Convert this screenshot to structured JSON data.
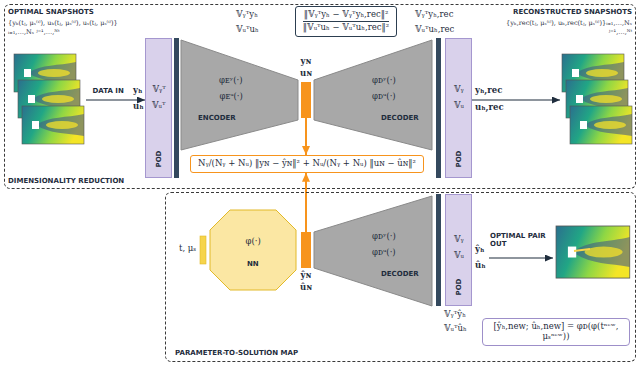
{
  "diagram": {
    "nodes": [
      {
        "text": [
          "DIMENSIONALITY REDUCTION"
        ]
      },
      {
        "text": [
          "OPTIMAL SNAPSHOTS",
          "{yₕ(tⱼ, μₛ⁽ⁱ⁾), uₕ(tⱼ, μₛ⁽ⁱ⁾), uₛ(tⱼ, μₛ⁽ⁱ⁾)}ᵢ₌₁,…,Nₛ ʲ⁼¹,…,ᴺᵗ"
        ],
        "in": 0
      },
      {
        "text": [
          "𝕍ᵧᵀ",
          "𝕍ᵤᵀ",
          "POD"
        ],
        "in": 0
      },
      {
        "text": [
          "φᴇʸ(·)",
          "φᴇᵘ(·)",
          "ENCODER"
        ],
        "in": 0
      },
      {
        "text": [
          "‖𝕍ᵧᵀyₕ − 𝕍ᵧᵀyₕ,rec‖²",
          "‖𝕍ᵤᵀuₕ − 𝕍ᵤᵀuₕ,rec‖²"
        ],
        "in": 0
      },
      {
        "text": [
          "yɴ",
          "uɴ"
        ],
        "in": 0
      },
      {
        "text": [
          "φᴅʸ(·)",
          "φᴅᵘ(·)",
          "DECODER"
        ],
        "in": 0
      },
      {
        "text": [
          "𝕍ᵧ",
          "𝕍ᵤ",
          "POD"
        ],
        "in": 0
      },
      {
        "text": [
          "RECONSTRUCTED SNAPSHOTS",
          "{yₕ,rec(tⱼ, μₛ⁽ⁱ⁾), uₕ,rec(tⱼ, μₛ⁽ⁱ⁾)}ᵢ₌₁,…,Nₛ ʲ⁼¹,…,ᴺᵗ"
        ],
        "in": 0
      },
      {
        "text": [
          "Nᵧ/(Nᵧ + Nᵤ) ‖yɴ − ŷɴ‖² + Nᵤ/(Nᵧ + Nᵤ) ‖uɴ − ûɴ‖²"
        ],
        "in": 0
      },
      {
        "text": [
          "PARAMETER-TO-SOLUTION MAP"
        ]
      },
      {
        "text": [
          "φ(·)",
          "NN"
        ],
        "in": 10
      },
      {
        "text": [
          "ŷɴ",
          "ûɴ"
        ],
        "in": 10
      },
      {
        "text": [
          "φᴅʸ(·)",
          "φᴅᵘ(·)",
          "DECODER"
        ],
        "in": 10
      },
      {
        "text": [
          "𝕍ᵧ",
          "𝕍ᵤ",
          "POD"
        ],
        "in": 10
      },
      {
        "text": [
          "[ŷₕ,new; ûₕ,new] = φᴅ(φ(tⁿᵉʷ, μₛⁿᵉʷ))"
        ],
        "in": 10
      }
    ],
    "edges": [
      {
        "from": 1,
        "to": 2,
        "label": "DATA IN",
        "arrow": "to"
      },
      {
        "from": 7,
        "to": 8,
        "arrow": "to"
      },
      {
        "from": 5,
        "to": 9,
        "arrow": "to"
      },
      {
        "from": 12,
        "to": 9,
        "arrow": "to"
      }
    ],
    "labels": [
      "yₕ",
      "uₕ",
      "𝕍ᵧᵀyₕ",
      "𝕍ᵤᵀuₕ",
      "𝕍ᵧᵀyₕ,rec",
      "𝕍ᵤᵀuₕ,rec",
      "yₕ,rec",
      "uₕ,rec",
      "t, μₛ",
      "ŷₕ",
      "ûₕ",
      "OPTIMAL PAIR OUT",
      "𝕍ᵧᵀŷₕ",
      "𝕍ᵤᵀûₕ"
    ]
  }
}
